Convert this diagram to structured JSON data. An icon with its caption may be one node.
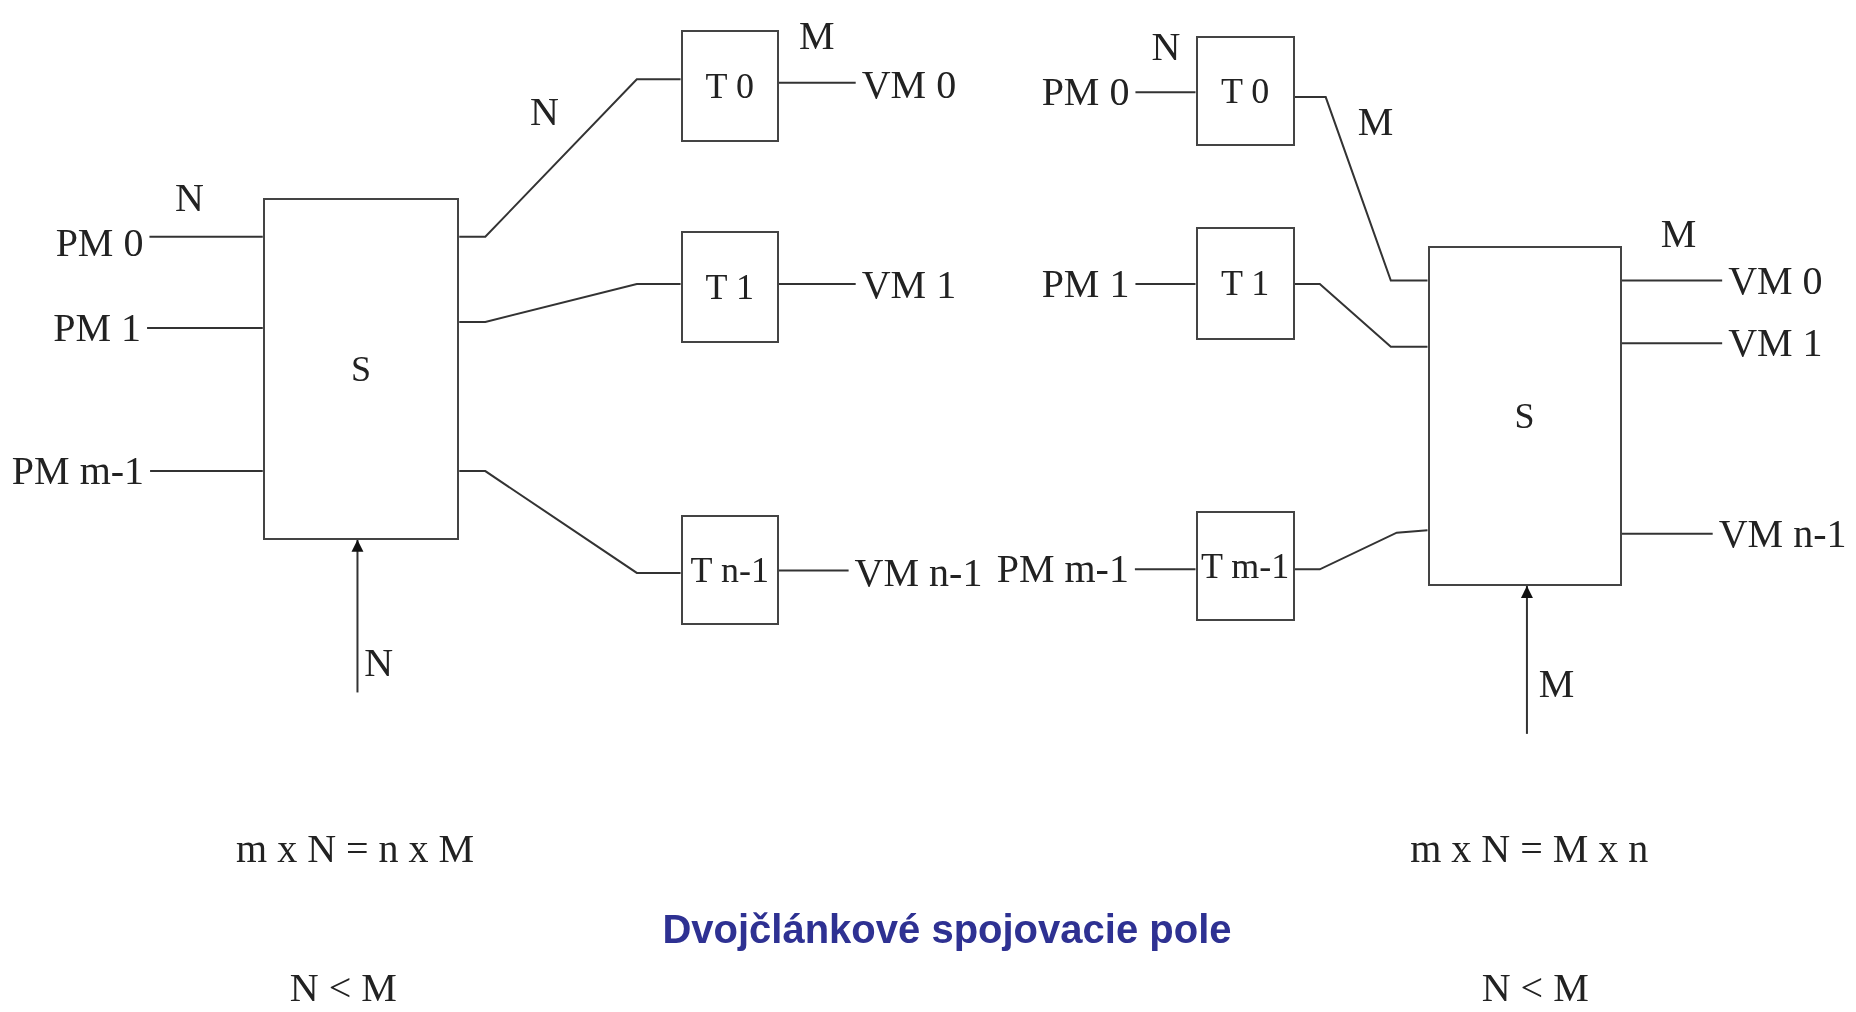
{
  "diagram": {
    "caption": "Dvojčlánkové spojovacie pole",
    "nodes": [
      {
        "text": [
          "PM 0"
        ]
      },
      {
        "text": [
          "PM 1"
        ]
      },
      {
        "text": [
          "PM m-1"
        ]
      },
      {
        "text": [
          "S"
        ]
      },
      {
        "text": [
          "T 0"
        ]
      },
      {
        "text": [
          "T 1"
        ]
      },
      {
        "text": [
          "T n-1"
        ]
      },
      {
        "text": [
          "VM 0"
        ]
      },
      {
        "text": [
          "VM 1"
        ]
      },
      {
        "text": [
          "VM n-1"
        ]
      },
      {
        "text": [
          "PM 0"
        ]
      },
      {
        "text": [
          "PM 1"
        ]
      },
      {
        "text": [
          "PM m-1"
        ]
      },
      {
        "text": [
          "T 0"
        ]
      },
      {
        "text": [
          "T 1"
        ]
      },
      {
        "text": [
          "T m-1"
        ]
      },
      {
        "text": [
          "S"
        ]
      },
      {
        "text": [
          "VM 0"
        ]
      },
      {
        "text": [
          "VM 1"
        ]
      },
      {
        "text": [
          "VM n-1"
        ]
      }
    ],
    "edges": [
      {
        "from": 0,
        "to": 3,
        "arrow": "none",
        "label": "N"
      },
      {
        "from": 1,
        "to": 3,
        "arrow": "none"
      },
      {
        "from": 2,
        "to": 3,
        "arrow": "none"
      },
      {
        "from": 3,
        "to": 4,
        "arrow": "none",
        "label": "N"
      },
      {
        "from": 3,
        "to": 5,
        "arrow": "none"
      },
      {
        "from": 3,
        "to": 6,
        "arrow": "none"
      },
      {
        "from": 4,
        "to": 7,
        "arrow": "none",
        "label": "M"
      },
      {
        "from": 5,
        "to": 8,
        "arrow": "none"
      },
      {
        "from": 6,
        "to": 9,
        "arrow": "none"
      },
      {
        "from": null,
        "to": 3,
        "arrow": "to",
        "label": "N"
      },
      {
        "from": 10,
        "to": 13,
        "arrow": "none",
        "label": "N"
      },
      {
        "from": 11,
        "to": 14,
        "arrow": "none"
      },
      {
        "from": 12,
        "to": 15,
        "arrow": "none"
      },
      {
        "from": 13,
        "to": 16,
        "arrow": "none",
        "label": "M"
      },
      {
        "from": 14,
        "to": 16,
        "arrow": "none"
      },
      {
        "from": 15,
        "to": 16,
        "arrow": "none"
      },
      {
        "from": 16,
        "to": 17,
        "arrow": "none",
        "label": "M"
      },
      {
        "from": 16,
        "to": 18,
        "arrow": "none"
      },
      {
        "from": 16,
        "to": 19,
        "arrow": "none"
      },
      {
        "from": null,
        "to": 16,
        "arrow": "to",
        "label": "M"
      }
    ],
    "labels": [
      "m x N = n x M",
      "m x N = M x n",
      "N < M",
      "N < M"
    ]
  }
}
